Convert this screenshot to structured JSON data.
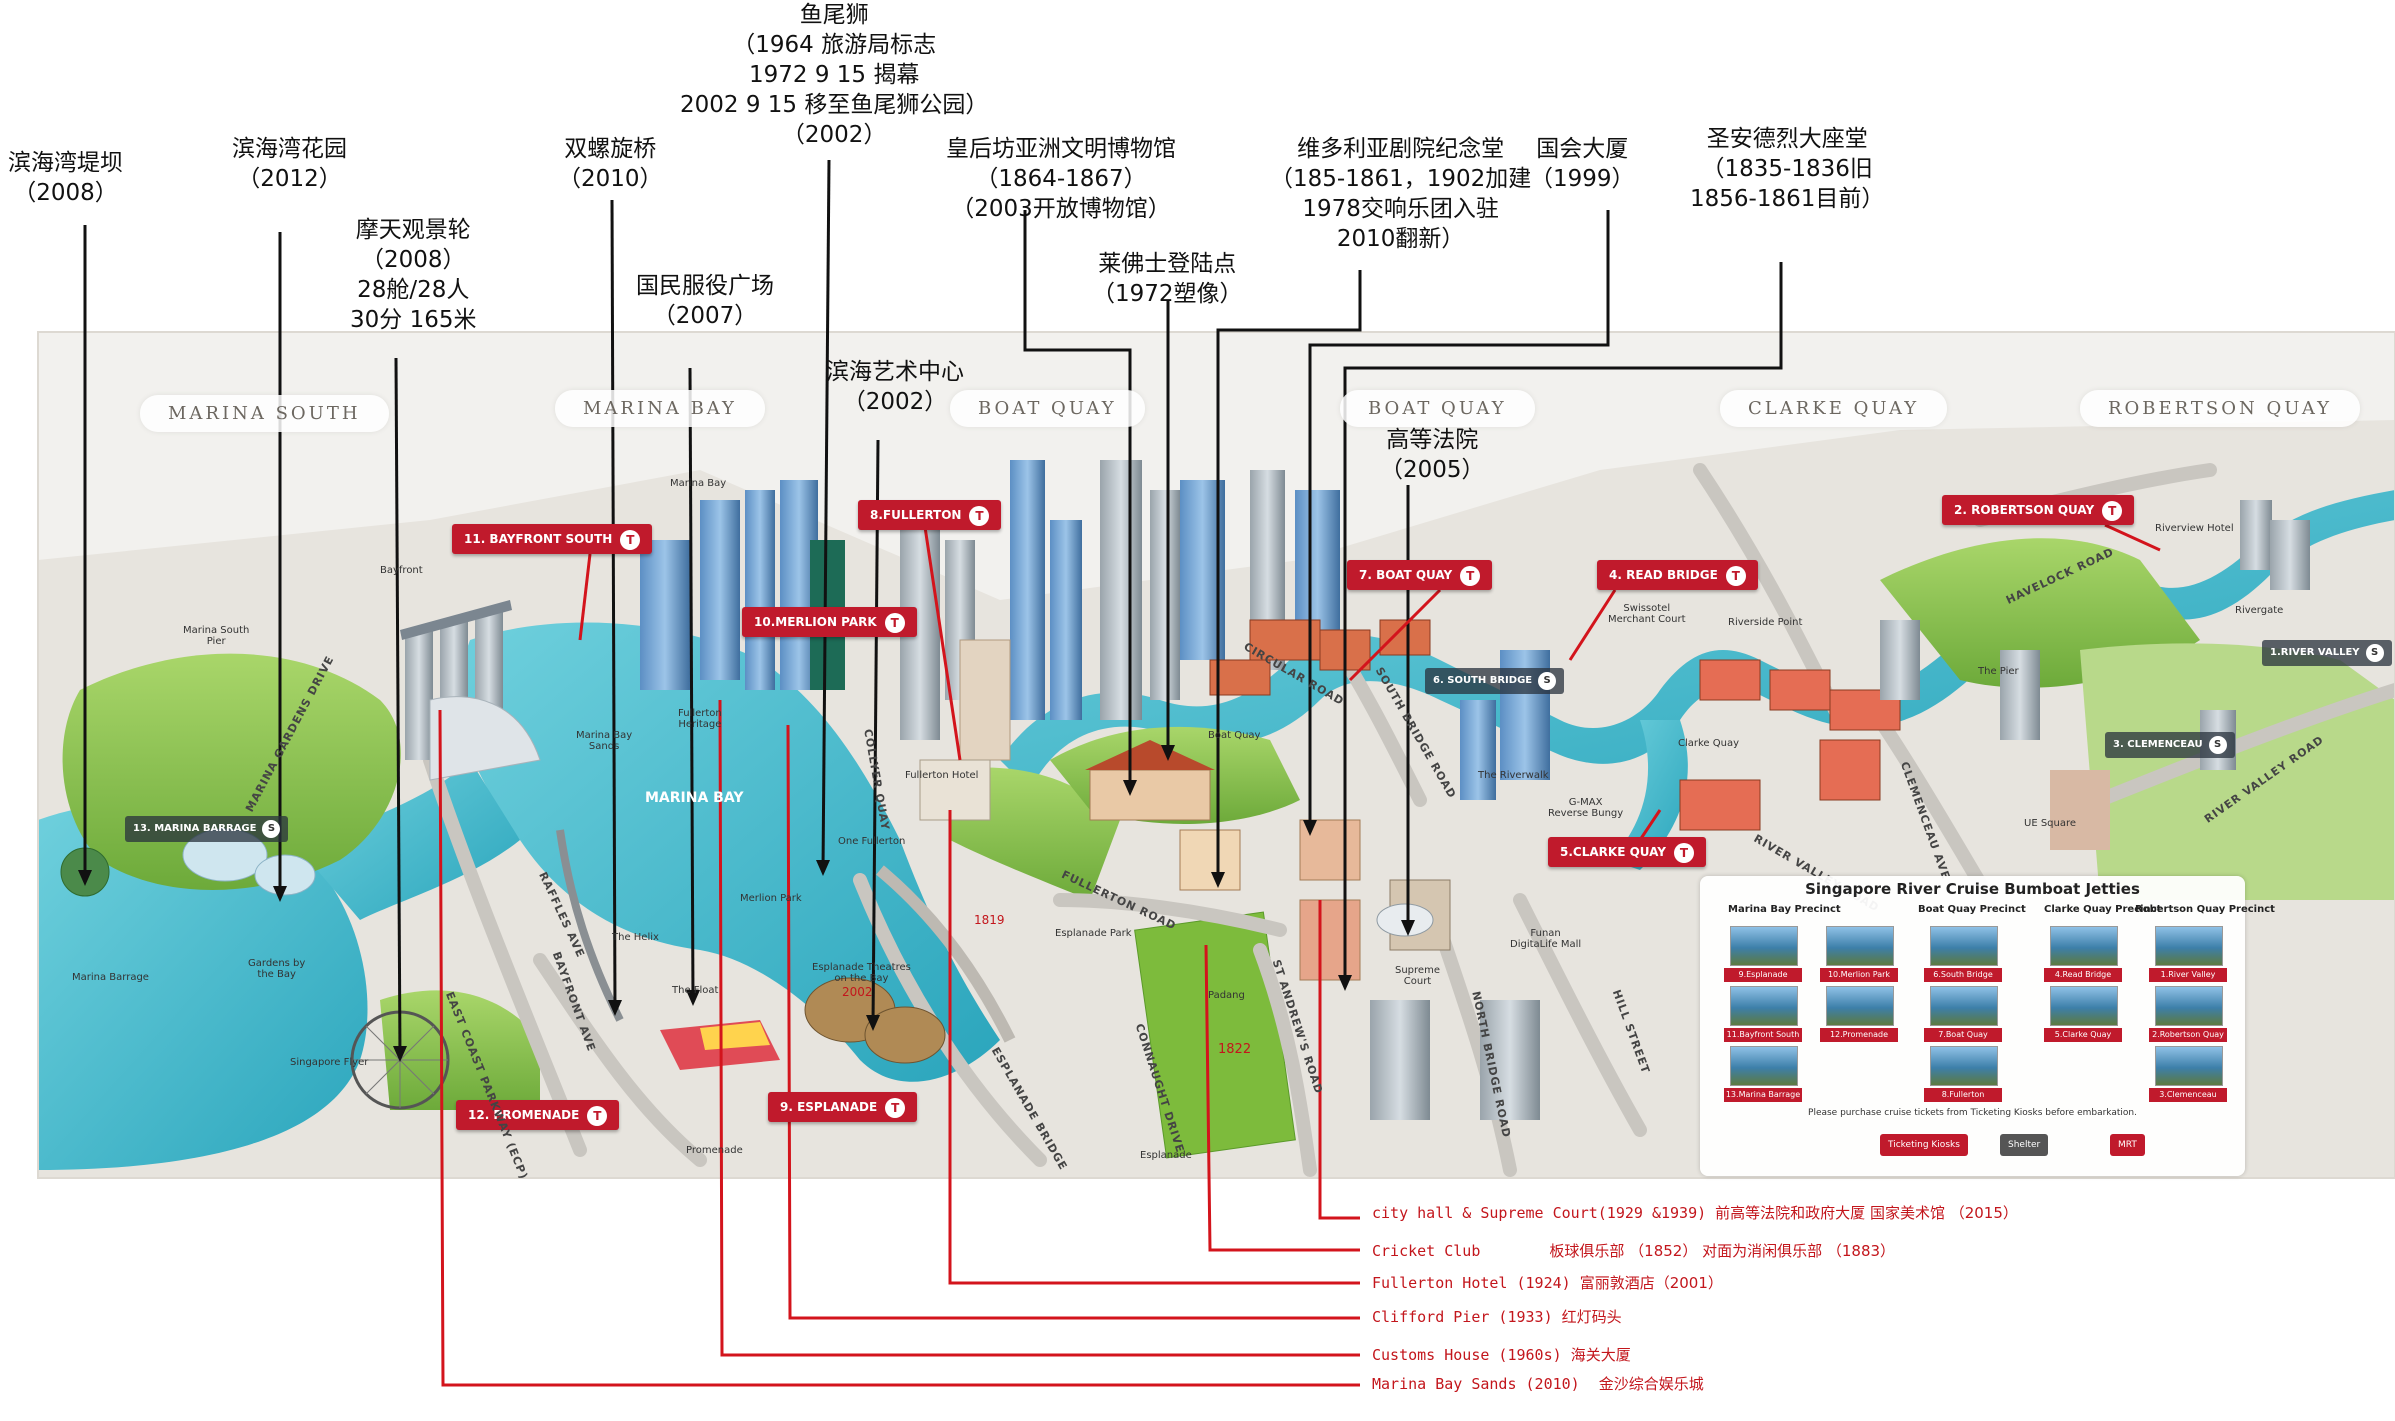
{
  "annotations": {
    "marina_barrage": {
      "name": "滨海湾堤坝",
      "year": "（2008）"
    },
    "gardens_by_the_bay": {
      "name": "滨海湾花园",
      "year": "（2012）"
    },
    "flyer": {
      "name": "摩天观景轮",
      "year": "（2008）",
      "line3": "28舱/28人",
      "line4": "30分 165米"
    },
    "helix": {
      "name": "双螺旋桥",
      "year": "（2010）"
    },
    "the_float": {
      "name": "国民服役广场",
      "year": "（2007）"
    },
    "merlion": {
      "name": "鱼尾狮",
      "line2": "（1964 旅游局标志",
      "line3": "1972 9 15 揭幕",
      "line4": "2002 9 15 移至鱼尾狮公园）",
      "line5": "（2002）"
    },
    "esplanade": {
      "name": "滨海艺术中心",
      "year": "（2002）"
    },
    "acm": {
      "name": "皇后坊亚洲文明博物馆",
      "line2": "（1864-1867）",
      "line3": "（2003开放博物馆）"
    },
    "raffles": {
      "name": "莱佛士登陆点",
      "year": "（1972塑像）"
    },
    "victoria": {
      "name": "维多利亚剧院纪念堂",
      "line2": "（185-1861，1902加建",
      "line3": "1978交响乐团入驻",
      "line4": "2010翻新）"
    },
    "parliament": {
      "name": "国会大厦",
      "year": "（1999）"
    },
    "supreme_court": {
      "name": "高等法院",
      "year": "（2005）"
    },
    "st_andrews": {
      "name": "圣安德烈大座堂",
      "line2": "（1835-1836旧",
      "line3": "1856-1861目前）"
    }
  },
  "regions": [
    "MARINA SOUTH",
    "MARINA BAY",
    "BOAT QUAY",
    "BOAT QUAY",
    "CLARKE QUAY",
    "ROBERTSON QUAY"
  ],
  "tags": {
    "t11": "11. BAYFRONT SOUTH",
    "t8": "8.FULLERTON",
    "t10": "10.MERLION PARK",
    "t7": "7. BOAT QUAY",
    "t4": "4. READ BRIDGE",
    "t2": "2. ROBERTSON QUAY",
    "t5": "5.CLARKE QUAY",
    "t9": "9. ESPLANADE",
    "t12": "12. PROMENADE",
    "ticket_icon": "T"
  },
  "jetties": {
    "j13": "13. MARINA BARRAGE",
    "j6": "6. SOUTH BRIDGE",
    "j1": "1.RIVER VALLEY",
    "j3": "3. CLEMENCEAU",
    "shelter_icon": "S"
  },
  "places": {
    "marina_south_pier": "Marina South\nPier",
    "bayfront": "Bayfront",
    "marina_bay_sands": "Marina Bay\nSands",
    "marina_bay": "Marina Bay",
    "fullerton_heritage": "Fullerton\nHeritage",
    "marina_bay_label": "MARINA BAY",
    "gardens": "Gardens by\nthe Bay",
    "marina_barrage": "Marina Barrage",
    "the_helix": "The Helix",
    "the_float": "The Float",
    "singapore_flyer": "Singapore Flyer",
    "merlion_park": "Merlion Park",
    "one_fullerton": "One Fullerton",
    "fullerton_hotel": "Fullerton Hotel",
    "esplanade_theatres": "Esplanade Theatres\non the Bay",
    "esplanade_park": "Esplanade Park",
    "padang": "Padang",
    "boat_quay": "Boat Quay",
    "the_riverwalk": "The Riverwalk",
    "gmax": "G-MAX\nReverse Bungy",
    "clarke_quay": "Clarke Quay",
    "swissotel": "Swissotel\nMerchant Court",
    "riverside_point": "Riverside Point",
    "riverview_hotel": "Riverview Hotel",
    "rivergate": "Rivergate",
    "the_pier": "The Pier",
    "ue_square": "UE Square",
    "funan": "Funan\nDigitaLife Mall",
    "supreme_court": "Supreme\nCourt",
    "promenade": "Promenade",
    "esplanade_mrt": "Esplanade",
    "year_1819": "1819",
    "year_2002": "2002",
    "year_1822": "1822"
  },
  "roads": {
    "east_coast": "EAST COAST PARKWAY (ECP)",
    "raffles_ave": "RAFFLES AVE",
    "bayfront_ave": "BAYFRONT AVE",
    "marina_gardens": "MARINA GARDENS DRIVE",
    "collyer_quay": "COLLYER QUAY",
    "fullerton_road": "FULLERTON ROAD",
    "esplanade_bridge": "ESPLANADE BRIDGE",
    "connaught": "CONNAUGHT DRIVE",
    "st_andrews": "ST ANDREW'S ROAD",
    "north_bridge": "NORTH BRIDGE ROAD",
    "hill_street": "HILL STREET",
    "south_bridge": "SOUTH BRIDGE ROAD",
    "circular": "CIRCULAR ROAD",
    "havelock": "HAVELOCK ROAD",
    "clemenceau": "CLEMENCEAU AVE",
    "river_valley_road": "RIVER VALLEY ROAD",
    "river_valley_road2": "RIVER VALLEY ROAD"
  },
  "legend": {
    "title": "Singapore River Cruise Bumboat Jetties",
    "precincts": [
      "Marina Bay Precinct",
      "Boat Quay Precinct",
      "Clarke Quay Precinct",
      "Robertson Quay Precinct"
    ],
    "captions": {
      "c9": "9.Esplanade",
      "c10": "10.Merlion Park",
      "c6": "6.South Bridge",
      "c4": "4.Read Bridge",
      "c1": "1.River Valley",
      "c11": "11.Bayfront South",
      "c12": "12.Promenade",
      "c7": "7.Boat Quay",
      "c5": "5.Clarke Quay",
      "c2": "2.Robertson Quay",
      "c13": "13.Marina Barrage",
      "c8": "8.Fullerton",
      "c3": "3.Clemenceau"
    },
    "footnote": "Please purchase cruise tickets from Ticketing Kiosks before embarkation.",
    "key_ticketing": "Ticketing Kiosks",
    "key_shelter": "Shelter",
    "key_mrt": "MRT"
  },
  "bottom_notes": {
    "city_hall_en": "city hall & Supreme Court(1929 &1939)",
    "city_hall_cn": "前高等法院和政府大厦 国家美术馆 （2015）",
    "cricket_en": "Cricket Club",
    "cricket_cn": "板球俱乐部 （1852） 对面为消闲俱乐部 （1883）",
    "fullerton_en": "Fullerton Hotel (1924)",
    "fullerton_cn": "富丽敦酒店（2001）",
    "clifford_en": "Clifford Pier (1933)",
    "clifford_cn": "红灯码头",
    "customs_en": "Customs House (1960s)",
    "customs_cn": "海关大厦",
    "mbs_en": "Marina Bay Sands (2010)",
    "mbs_cn": "金沙综合娱乐城"
  },
  "colors": {
    "tag_red": "#c01a2c",
    "note_red": "#c3161c",
    "water": "#3fb6c9",
    "park": "#8cc63f"
  }
}
